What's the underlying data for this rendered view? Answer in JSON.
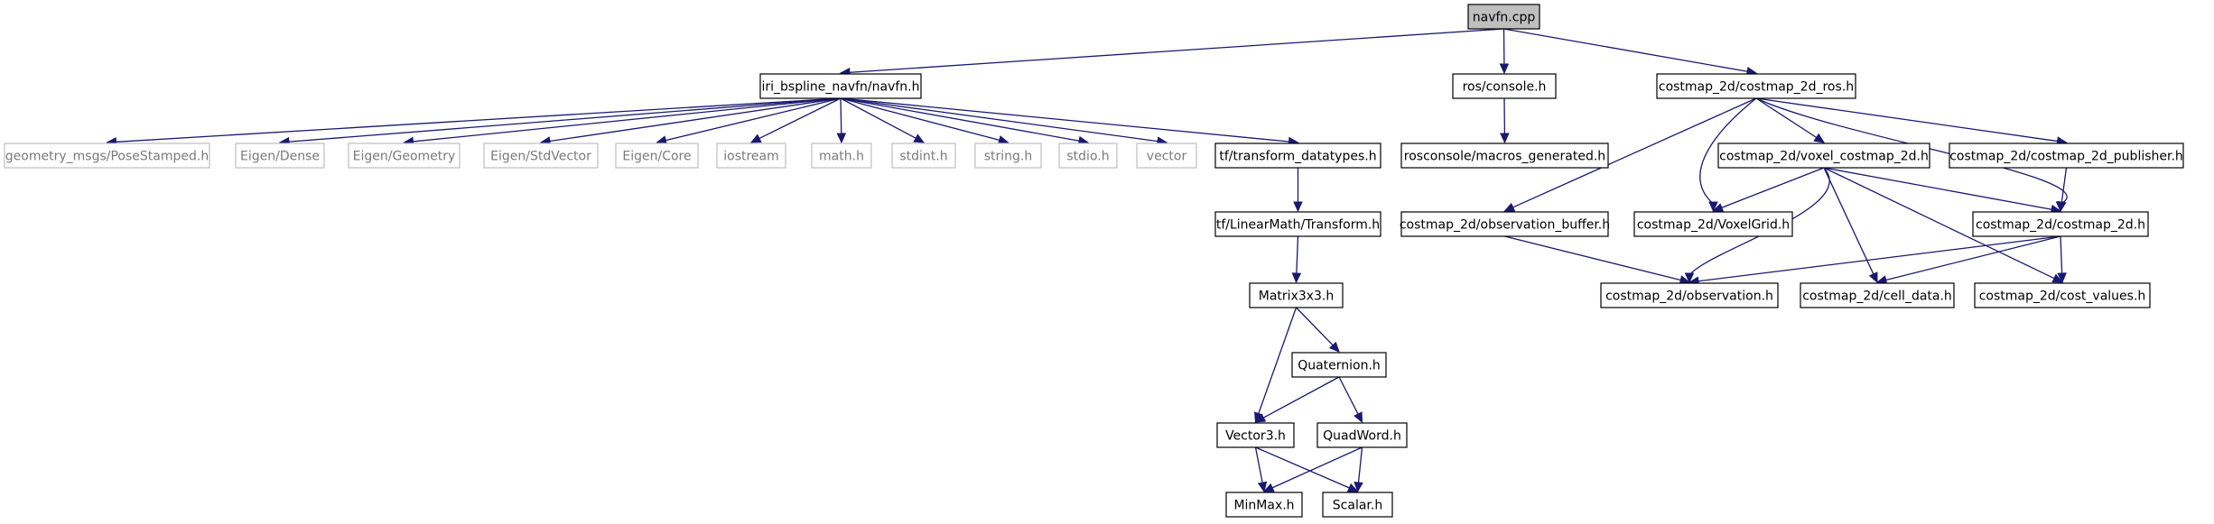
{
  "diagram": {
    "type": "include-dependency-graph",
    "nodes": [
      {
        "id": "navfn_cpp",
        "label": "navfn.cpp",
        "style": "root"
      },
      {
        "id": "iri_navfn_h",
        "label": "iri_bspline_navfn/navfn.h",
        "style": "normal"
      },
      {
        "id": "ros_console_h",
        "label": "ros/console.h",
        "style": "normal"
      },
      {
        "id": "costmap_2d_ros_h",
        "label": "costmap_2d/costmap_2d_ros.h",
        "style": "normal"
      },
      {
        "id": "geometry_msgs_h",
        "label": "geometry_msgs/PoseStamped.h",
        "style": "external"
      },
      {
        "id": "eigen_dense",
        "label": "Eigen/Dense",
        "style": "external"
      },
      {
        "id": "eigen_geometry",
        "label": "Eigen/Geometry",
        "style": "external"
      },
      {
        "id": "eigen_stdvector",
        "label": "Eigen/StdVector",
        "style": "external"
      },
      {
        "id": "eigen_core",
        "label": "Eigen/Core",
        "style": "external"
      },
      {
        "id": "iostream",
        "label": "iostream",
        "style": "external"
      },
      {
        "id": "math_h",
        "label": "math.h",
        "style": "external"
      },
      {
        "id": "stdint_h",
        "label": "stdint.h",
        "style": "external"
      },
      {
        "id": "string_h",
        "label": "string.h",
        "style": "external"
      },
      {
        "id": "stdio_h",
        "label": "stdio.h",
        "style": "external"
      },
      {
        "id": "vector",
        "label": "vector",
        "style": "external"
      },
      {
        "id": "tf_transform_datatypes_h",
        "label": "tf/transform_datatypes.h",
        "style": "normal"
      },
      {
        "id": "rosconsole_macros_h",
        "label": "rosconsole/macros_generated.h",
        "style": "normal"
      },
      {
        "id": "voxel_costmap_h",
        "label": "costmap_2d/voxel_costmap_2d.h",
        "style": "normal"
      },
      {
        "id": "costmap_publisher_h",
        "label": "costmap_2d/costmap_2d_publisher.h",
        "style": "normal"
      },
      {
        "id": "tf_linearmath_transform_h",
        "label": "tf/LinearMath/Transform.h",
        "style": "normal"
      },
      {
        "id": "observation_buffer_h",
        "label": "costmap_2d/observation_buffer.h",
        "style": "normal"
      },
      {
        "id": "voxelgrid_h",
        "label": "costmap_2d/VoxelGrid.h",
        "style": "normal"
      },
      {
        "id": "costmap_2d_h",
        "label": "costmap_2d/costmap_2d.h",
        "style": "normal"
      },
      {
        "id": "matrix3x3_h",
        "label": "Matrix3x3.h",
        "style": "normal"
      },
      {
        "id": "observation_h",
        "label": "costmap_2d/observation.h",
        "style": "normal"
      },
      {
        "id": "cell_data_h",
        "label": "costmap_2d/cell_data.h",
        "style": "normal"
      },
      {
        "id": "cost_values_h",
        "label": "costmap_2d/cost_values.h",
        "style": "normal"
      },
      {
        "id": "quaternion_h",
        "label": "Quaternion.h",
        "style": "normal"
      },
      {
        "id": "vector3_h",
        "label": "Vector3.h",
        "style": "normal"
      },
      {
        "id": "quadword_h",
        "label": "QuadWord.h",
        "style": "normal"
      },
      {
        "id": "minmax_h",
        "label": "MinMax.h",
        "style": "normal"
      },
      {
        "id": "scalar_h",
        "label": "Scalar.h",
        "style": "normal"
      }
    ],
    "edges": [
      {
        "from": "navfn_cpp",
        "to": "iri_navfn_h"
      },
      {
        "from": "navfn_cpp",
        "to": "ros_console_h"
      },
      {
        "from": "navfn_cpp",
        "to": "costmap_2d_ros_h"
      },
      {
        "from": "iri_navfn_h",
        "to": "geometry_msgs_h"
      },
      {
        "from": "iri_navfn_h",
        "to": "eigen_dense"
      },
      {
        "from": "iri_navfn_h",
        "to": "eigen_geometry"
      },
      {
        "from": "iri_navfn_h",
        "to": "eigen_stdvector"
      },
      {
        "from": "iri_navfn_h",
        "to": "eigen_core"
      },
      {
        "from": "iri_navfn_h",
        "to": "iostream"
      },
      {
        "from": "iri_navfn_h",
        "to": "math_h"
      },
      {
        "from": "iri_navfn_h",
        "to": "stdint_h"
      },
      {
        "from": "iri_navfn_h",
        "to": "string_h"
      },
      {
        "from": "iri_navfn_h",
        "to": "stdio_h"
      },
      {
        "from": "iri_navfn_h",
        "to": "vector"
      },
      {
        "from": "iri_navfn_h",
        "to": "tf_transform_datatypes_h"
      },
      {
        "from": "ros_console_h",
        "to": "rosconsole_macros_h"
      },
      {
        "from": "costmap_2d_ros_h",
        "to": "observation_buffer_h"
      },
      {
        "from": "costmap_2d_ros_h",
        "to": "voxelgrid_h"
      },
      {
        "from": "costmap_2d_ros_h",
        "to": "voxel_costmap_h"
      },
      {
        "from": "costmap_2d_ros_h",
        "to": "costmap_publisher_h"
      },
      {
        "from": "costmap_2d_ros_h",
        "to": "costmap_2d_h"
      },
      {
        "from": "tf_transform_datatypes_h",
        "to": "tf_linearmath_transform_h"
      },
      {
        "from": "tf_linearmath_transform_h",
        "to": "matrix3x3_h"
      },
      {
        "from": "matrix3x3_h",
        "to": "quaternion_h"
      },
      {
        "from": "matrix3x3_h",
        "to": "vector3_h"
      },
      {
        "from": "quaternion_h",
        "to": "vector3_h"
      },
      {
        "from": "quaternion_h",
        "to": "quadword_h"
      },
      {
        "from": "vector3_h",
        "to": "minmax_h"
      },
      {
        "from": "vector3_h",
        "to": "scalar_h"
      },
      {
        "from": "quadword_h",
        "to": "minmax_h"
      },
      {
        "from": "quadword_h",
        "to": "scalar_h"
      },
      {
        "from": "voxel_costmap_h",
        "to": "voxelgrid_h"
      },
      {
        "from": "voxel_costmap_h",
        "to": "costmap_2d_h"
      },
      {
        "from": "voxel_costmap_h",
        "to": "observation_h"
      },
      {
        "from": "voxel_costmap_h",
        "to": "cell_data_h"
      },
      {
        "from": "voxel_costmap_h",
        "to": "cost_values_h"
      },
      {
        "from": "costmap_publisher_h",
        "to": "costmap_2d_h"
      },
      {
        "from": "observation_buffer_h",
        "to": "observation_h"
      },
      {
        "from": "costmap_2d_h",
        "to": "observation_h"
      },
      {
        "from": "costmap_2d_h",
        "to": "cell_data_h"
      },
      {
        "from": "costmap_2d_h",
        "to": "cost_values_h"
      }
    ],
    "colors": {
      "edge": "#191970",
      "root_fill": "#bfbfbf",
      "node_border": "#000000",
      "external_border": "#bfbfbf",
      "external_text": "#7a7a7a"
    }
  }
}
